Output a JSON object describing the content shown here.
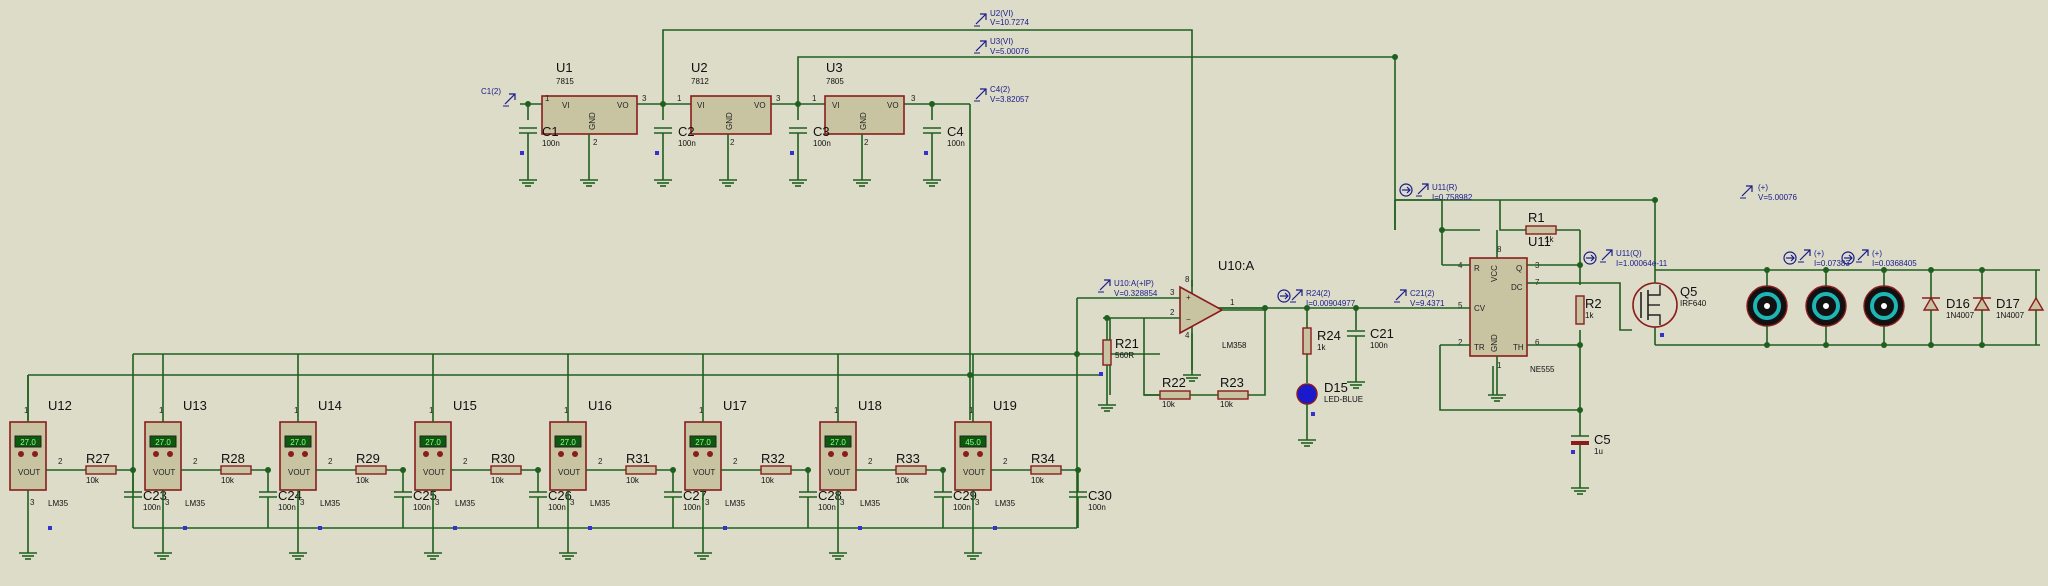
{
  "regulators": [
    {
      "ref": "U1",
      "part": "7815"
    },
    {
      "ref": "U2",
      "part": "7812"
    },
    {
      "ref": "U3",
      "part": "7805"
    }
  ],
  "reg_pins": {
    "vi": "VI",
    "vo": "VO",
    "gnd": "GND",
    "p1": "1",
    "p2": "2",
    "p3": "3"
  },
  "reg_caps": [
    {
      "ref": "C1",
      "value": "100n"
    },
    {
      "ref": "C2",
      "value": "100n"
    },
    {
      "ref": "C3",
      "value": "100n"
    },
    {
      "ref": "C4",
      "value": "100n"
    }
  ],
  "probes": {
    "c1": "C1(2)",
    "u2vi_name": "U2(VI)",
    "u2vi_val": "V=10.7274",
    "u3vi_name": "U3(VI)",
    "u3vi_val": "V=5.00076",
    "c4_name": "C4(2)",
    "c4_val": "V=3.82057",
    "u11r_name": "U11(R)",
    "u11r_val": "I=0.758982",
    "plus1_name": "(+)",
    "plus1_val": "V=5.00076",
    "u11q_name": "U11(Q)",
    "u11q_val": "I=1.00064e-11",
    "m2_name": "(+)",
    "m2_val": "I=0.07383",
    "m3_name": "(+)",
    "m3_val": "I=0.0368405",
    "u10a_name": "U10:A(+IP)",
    "u10a_val": "V=0.328854",
    "r24_name": "R24(2)",
    "r24_val": "I=0.00904977",
    "c21_name": "C21(2)",
    "c21_val": "V=9.4371"
  },
  "sensors": [
    {
      "ref": "U12",
      "temp": "27.0",
      "res": "R27",
      "cap": "C23"
    },
    {
      "ref": "U13",
      "temp": "27.0",
      "res": "R28",
      "cap": "C24"
    },
    {
      "ref": "U14",
      "temp": "27.0",
      "res": "R29",
      "cap": "C25"
    },
    {
      "ref": "U15",
      "temp": "27.0",
      "res": "R30",
      "cap": "C26"
    },
    {
      "ref": "U16",
      "temp": "27.0",
      "res": "R31",
      "cap": "C27"
    },
    {
      "ref": "U17",
      "temp": "27.0",
      "res": "R32",
      "cap": "C28"
    },
    {
      "ref": "U18",
      "temp": "27.0",
      "res": "R33",
      "cap": "C29"
    },
    {
      "ref": "U19",
      "temp": "45.0",
      "res": "R34",
      "cap": "C30"
    }
  ],
  "sensor_common": {
    "part": "LM35",
    "vout": "VOUT",
    "res_value": "10k",
    "cap_value": "100n",
    "p1": "1",
    "p2": "2",
    "p3": "3"
  },
  "opamp": {
    "ref": "U10:A",
    "part": "LM358",
    "plus": "+",
    "minus": "−",
    "p1": "1",
    "p2": "2",
    "p3": "3",
    "p4": "4",
    "p8": "8"
  },
  "r21": {
    "ref": "R21",
    "value": "560R"
  },
  "r22": {
    "ref": "R22",
    "value": "10k"
  },
  "r23": {
    "ref": "R23",
    "value": "10k"
  },
  "r24": {
    "ref": "R24",
    "value": "1k"
  },
  "c21": {
    "ref": "C21",
    "value": "100n"
  },
  "d15": {
    "ref": "D15",
    "value": "LED-BLUE"
  },
  "timer": {
    "ref": "U11",
    "part": "NE555",
    "r": "R",
    "vcc": "VCC",
    "q": "Q",
    "dc": "DC",
    "cv": "CV",
    "tr": "TR",
    "gnd": "GND",
    "th": "TH",
    "p1": "1",
    "p2": "2",
    "p3": "3",
    "p4": "4",
    "p5": "5",
    "p6": "6",
    "p7": "7",
    "p8": "8"
  },
  "r1": {
    "ref": "R1",
    "value": "1k"
  },
  "r2": {
    "ref": "R2",
    "value": "1k"
  },
  "c5": {
    "ref": "C5",
    "value": "1u"
  },
  "q5": {
    "ref": "Q5",
    "value": "IRF640"
  },
  "d16": {
    "ref": "D16",
    "value": "1N4007"
  },
  "d17": {
    "ref": "D17",
    "value": "1N4007"
  },
  "colors": {
    "background": "#dcdcc9",
    "wire": "#1f5f1f",
    "component_outline": "#8a1c1c",
    "component_fill": "#c8c4a2",
    "probe": "#1a1a8a",
    "lcd": "#0c5a0c",
    "lcd_text": "#9aff9a",
    "led": "#1a1acc",
    "motor": "#1fb5b5"
  }
}
